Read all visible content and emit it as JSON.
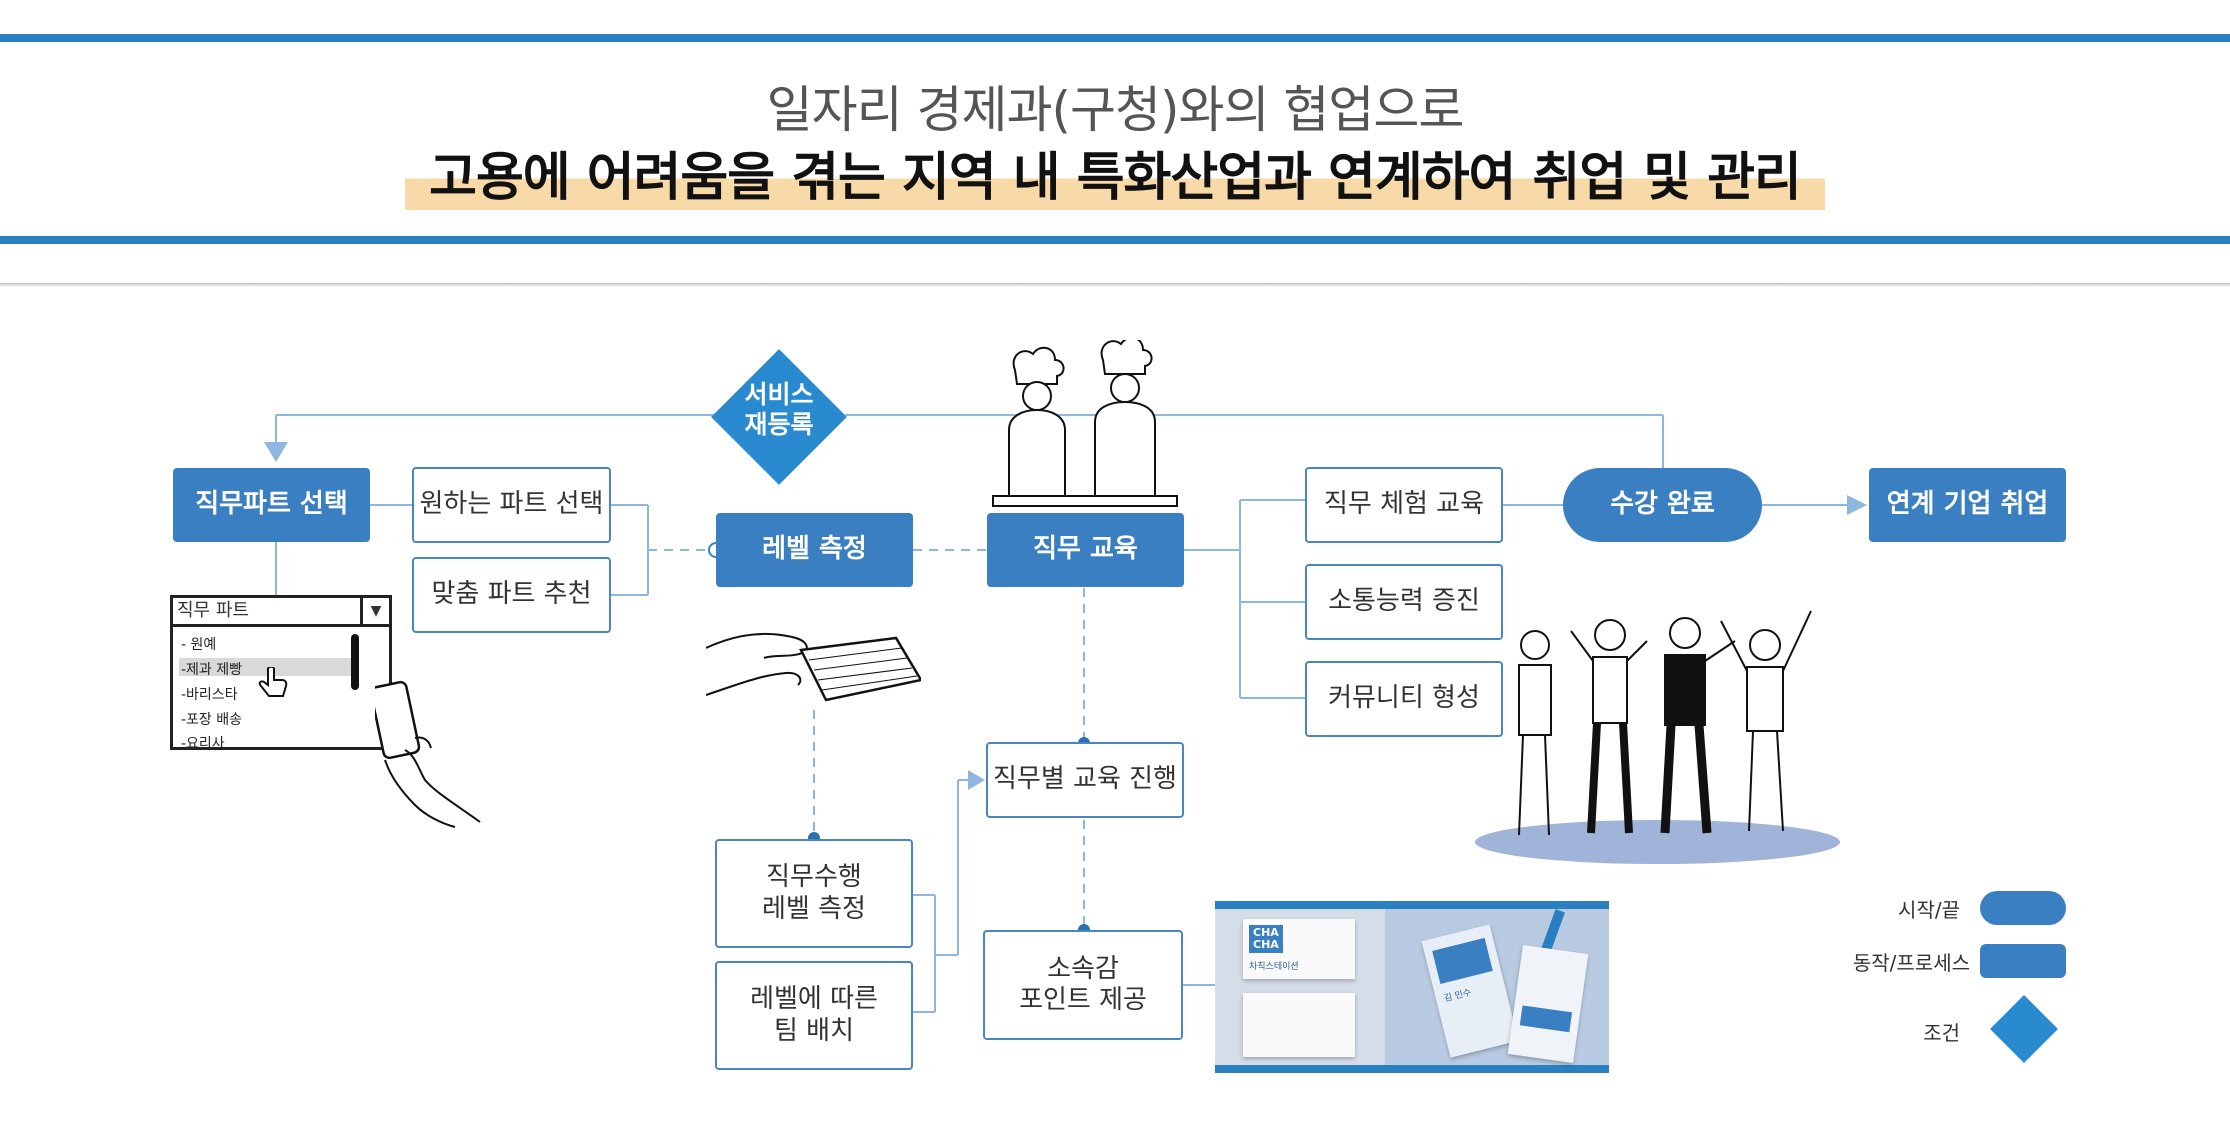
{
  "header": {
    "line1": "일자리 경제과(구청)와의 협업으로",
    "line2": "고용에 어려움을 겪는 지역 내 특화산업과 연계하여 취업 및 관리"
  },
  "flow": {
    "service_reregister": "서비스\n재등록",
    "job_part_select": "직무파트 선택",
    "desired_part_select": "원하는 파트 선택",
    "matched_part_recommend": "맞춤 파트 추천",
    "level_measure": "레벨 측정",
    "job_education": "직무 교육",
    "job_experience_education": "직무 체험 교육",
    "communication": "소통능력 증진",
    "community": "커뮤니티 형성",
    "course_complete": "수강 완료",
    "linked_employment": "연계 기업 취업",
    "education_by_job": "직무별 교육 진행",
    "job_level_measure": "직무수행\n레벨 측정",
    "team_by_level": "레벨에 따른\n팀 배치",
    "belonging_points": "소속감\n포인트 제공"
  },
  "dropdown": {
    "title": "직무 파트",
    "arrow": "▼",
    "items": [
      "- 원예",
      "-제과 제빵",
      "-바리스타",
      "-포장 배송",
      "-요리사"
    ]
  },
  "legend": {
    "start_end": "시작/끝",
    "action_process": "동작/프로세스",
    "condition": "조건"
  },
  "cards": {
    "brand_top": "CHA",
    "brand_bottom": "CHA",
    "sub": "차칙스테이션",
    "name": "김 민수"
  },
  "colors": {
    "accent": "#2a7fc0",
    "box_blue": "#3a7fc1",
    "diamond": "#2a8ad0",
    "highlight": "#f8d9a8"
  }
}
